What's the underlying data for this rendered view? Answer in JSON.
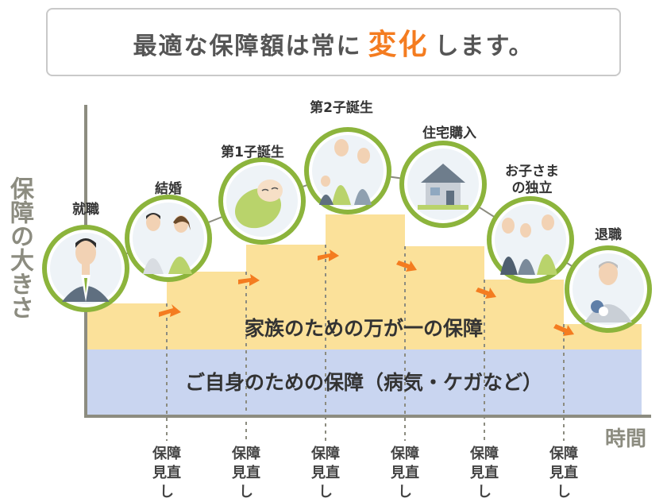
{
  "title": {
    "prefix": "最適な保障額は常に",
    "highlight": "変化",
    "suffix": "します。"
  },
  "axis": {
    "ylabel": "保障の大きさ",
    "xlabel": "時間"
  },
  "bands": {
    "family": "家族のための万が一の保障",
    "self": "ご自身のための保障（病気・ケガなど）"
  },
  "stages": [
    {
      "label": "就職",
      "icon": "new-employee-icon"
    },
    {
      "label": "結婚",
      "icon": "wedding-couple-icon"
    },
    {
      "label": "第1子誕生",
      "icon": "baby-icon"
    },
    {
      "label": "第2子誕生",
      "icon": "family-icon"
    },
    {
      "label": "住宅購入",
      "icon": "house-icon"
    },
    {
      "label": "お子さまの独立",
      "icon": "grown-children-icon"
    },
    {
      "label": "退職",
      "icon": "retiree-icon"
    }
  ],
  "reviews": [
    "保障見直し",
    "保障見直し",
    "保障見直し",
    "保障見直し",
    "保障見直し",
    "保障見直し"
  ],
  "colors": {
    "family_band": "#fbe19a",
    "self_band": "#c9d5f0",
    "accent": "#f47c20",
    "ring": "#8cb43c",
    "axis": "#8c8c80"
  }
}
